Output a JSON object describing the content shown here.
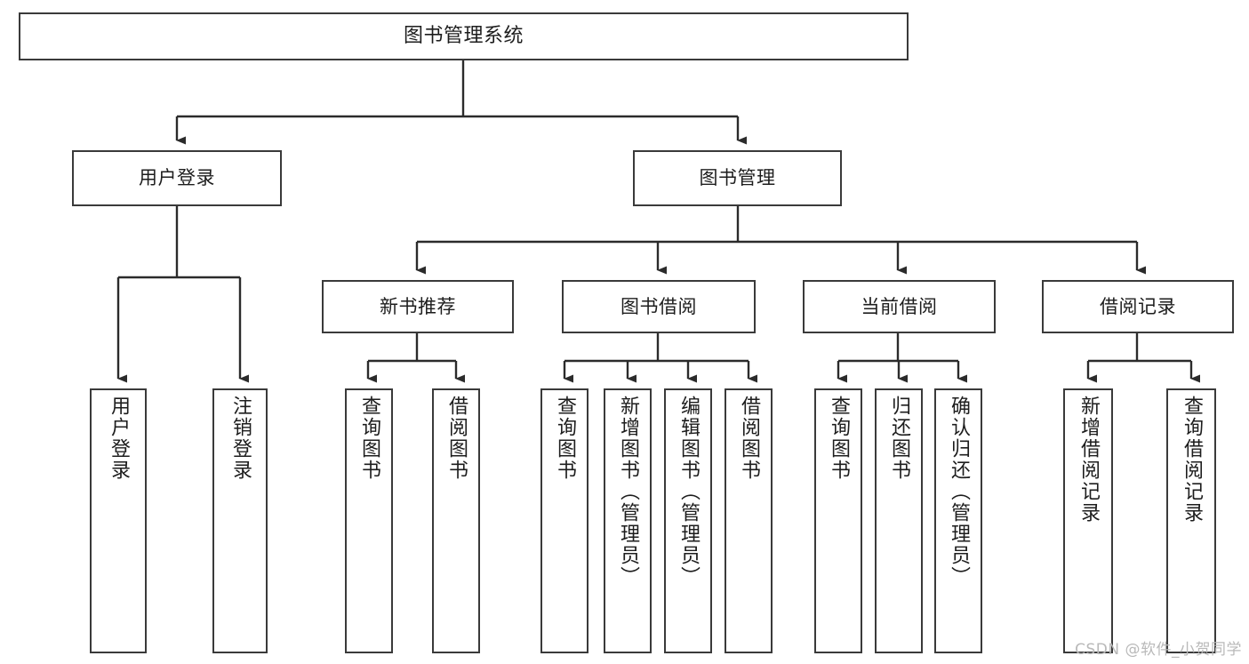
{
  "diagram": {
    "title": "图书管理系统",
    "type": "tree",
    "watermark": "CSDN @软件_小贺同学",
    "colors": {
      "box_border": "#3a3a3a",
      "box_fill": "#ffffff",
      "line": "#2b2b2b",
      "text": "#1d1d1d",
      "watermark": "#b9b9b9",
      "background": "#ffffff"
    },
    "nodes": {
      "root": {
        "label": "图书管理系统"
      },
      "level2": [
        {
          "label": "用户登录"
        },
        {
          "label": "图书管理"
        }
      ],
      "level3": [
        {
          "label": "新书推荐"
        },
        {
          "label": "图书借阅"
        },
        {
          "label": "当前借阅"
        },
        {
          "label": "借阅记录"
        }
      ],
      "leaves": {
        "user_login": [
          {
            "label": "用户登录"
          },
          {
            "label": "注销登录"
          }
        ],
        "new_book_recommend": [
          {
            "label": "查询图书"
          },
          {
            "label": "借阅图书"
          }
        ],
        "book_borrow": [
          {
            "label": "查询图书"
          },
          {
            "label": "新增图书（管理员）"
          },
          {
            "label": "编辑图书（管理员）"
          },
          {
            "label": "借阅图书"
          }
        ],
        "current_borrow": [
          {
            "label": "查询图书"
          },
          {
            "label": "归还图书"
          },
          {
            "label": "确认归还（管理员）"
          }
        ],
        "borrow_record": [
          {
            "label": "新增借阅记录"
          },
          {
            "label": "查询借阅记录"
          }
        ]
      }
    }
  }
}
